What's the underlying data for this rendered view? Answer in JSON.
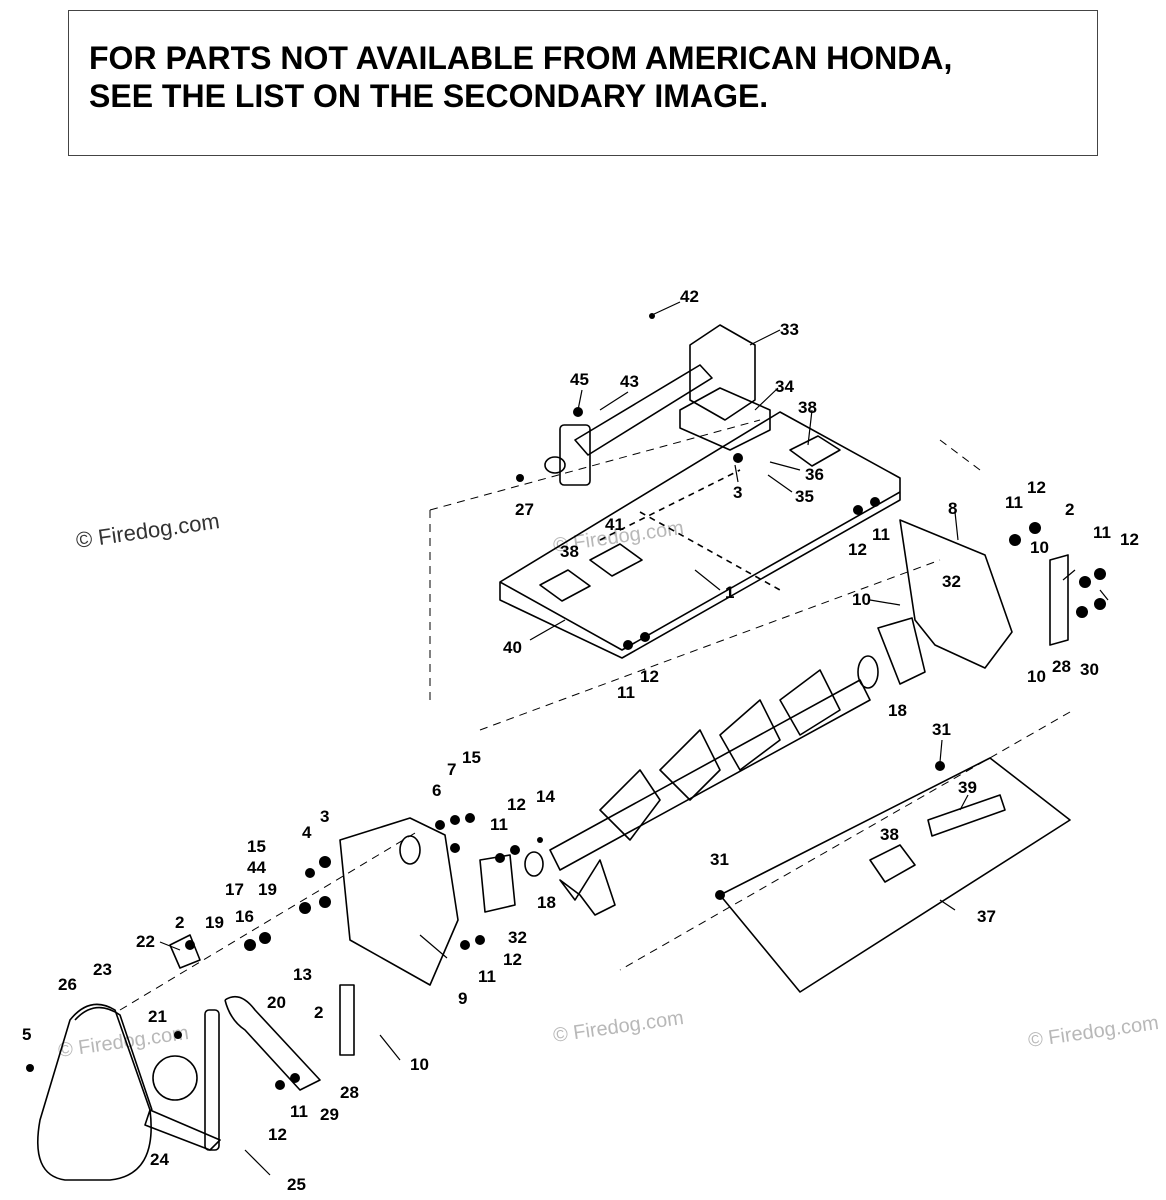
{
  "notice": {
    "line1": "FOR PARTS NOT AVAILABLE FROM AMERICAN HONDA,",
    "line2": "SEE THE LIST ON THE SECONDARY IMAGE."
  },
  "watermarks": {
    "main": "© Firedog.com",
    "faint": "© Firedog.com"
  },
  "callouts": [
    "42",
    "33",
    "45",
    "43",
    "34",
    "38",
    "36",
    "3",
    "35",
    "27",
    "12",
    "11",
    "8",
    "2",
    "11",
    "12",
    "10",
    "12",
    "41",
    "38",
    "1",
    "32",
    "10",
    "11",
    "40",
    "11",
    "12",
    "28",
    "30",
    "10",
    "18",
    "31",
    "39",
    "15",
    "7",
    "6",
    "3",
    "4",
    "12",
    "11",
    "14",
    "15",
    "44",
    "19",
    "17",
    "16",
    "18",
    "2",
    "19",
    "22",
    "32",
    "12",
    "11",
    "13",
    "20",
    "9",
    "31",
    "38",
    "37",
    "26",
    "23",
    "5",
    "21",
    "2",
    "10",
    "28",
    "11",
    "29",
    "12",
    "24",
    "25"
  ]
}
